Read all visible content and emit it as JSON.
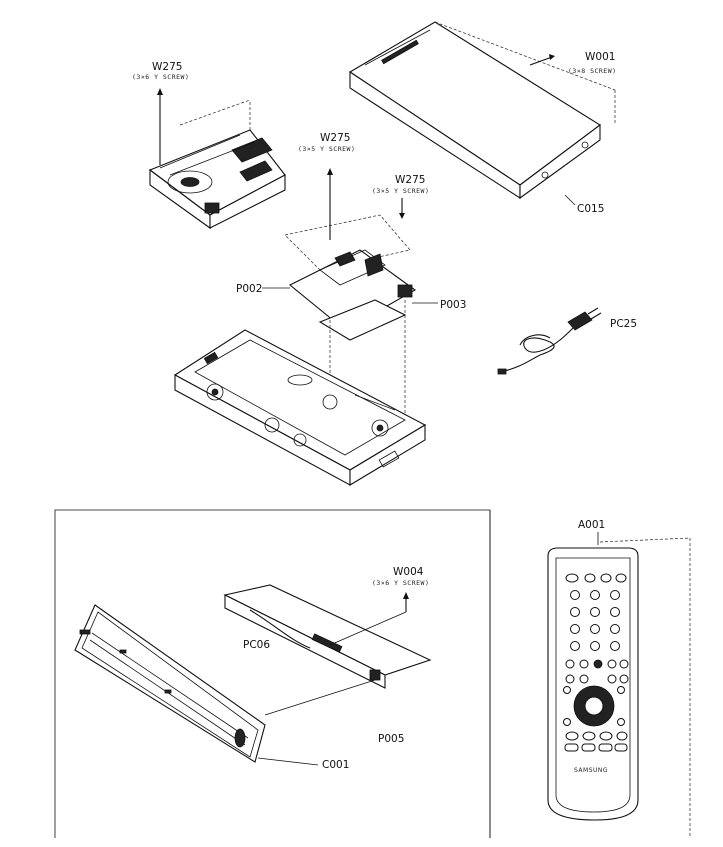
{
  "labels": {
    "w275_a": {
      "code": "W275",
      "desc": "(3×6 Y SCREW)"
    },
    "w275_b": {
      "code": "W275",
      "desc": "(3×5 Y SCREW)"
    },
    "w275_c": {
      "code": "W275",
      "desc": "(3×5 Y SCREW)"
    },
    "w001": {
      "code": "W001",
      "desc": "(3×8 SCREW)"
    },
    "c015": "C015",
    "p002": "P002",
    "p003": "P003",
    "pc25": "PC25",
    "w004": {
      "code": "W004",
      "desc": "(3×6 Y SCREW)"
    },
    "pc06": "PC06",
    "p005": "P005",
    "c001": "C001",
    "a001": "A001",
    "remote_brand": "SAMSUNG"
  }
}
